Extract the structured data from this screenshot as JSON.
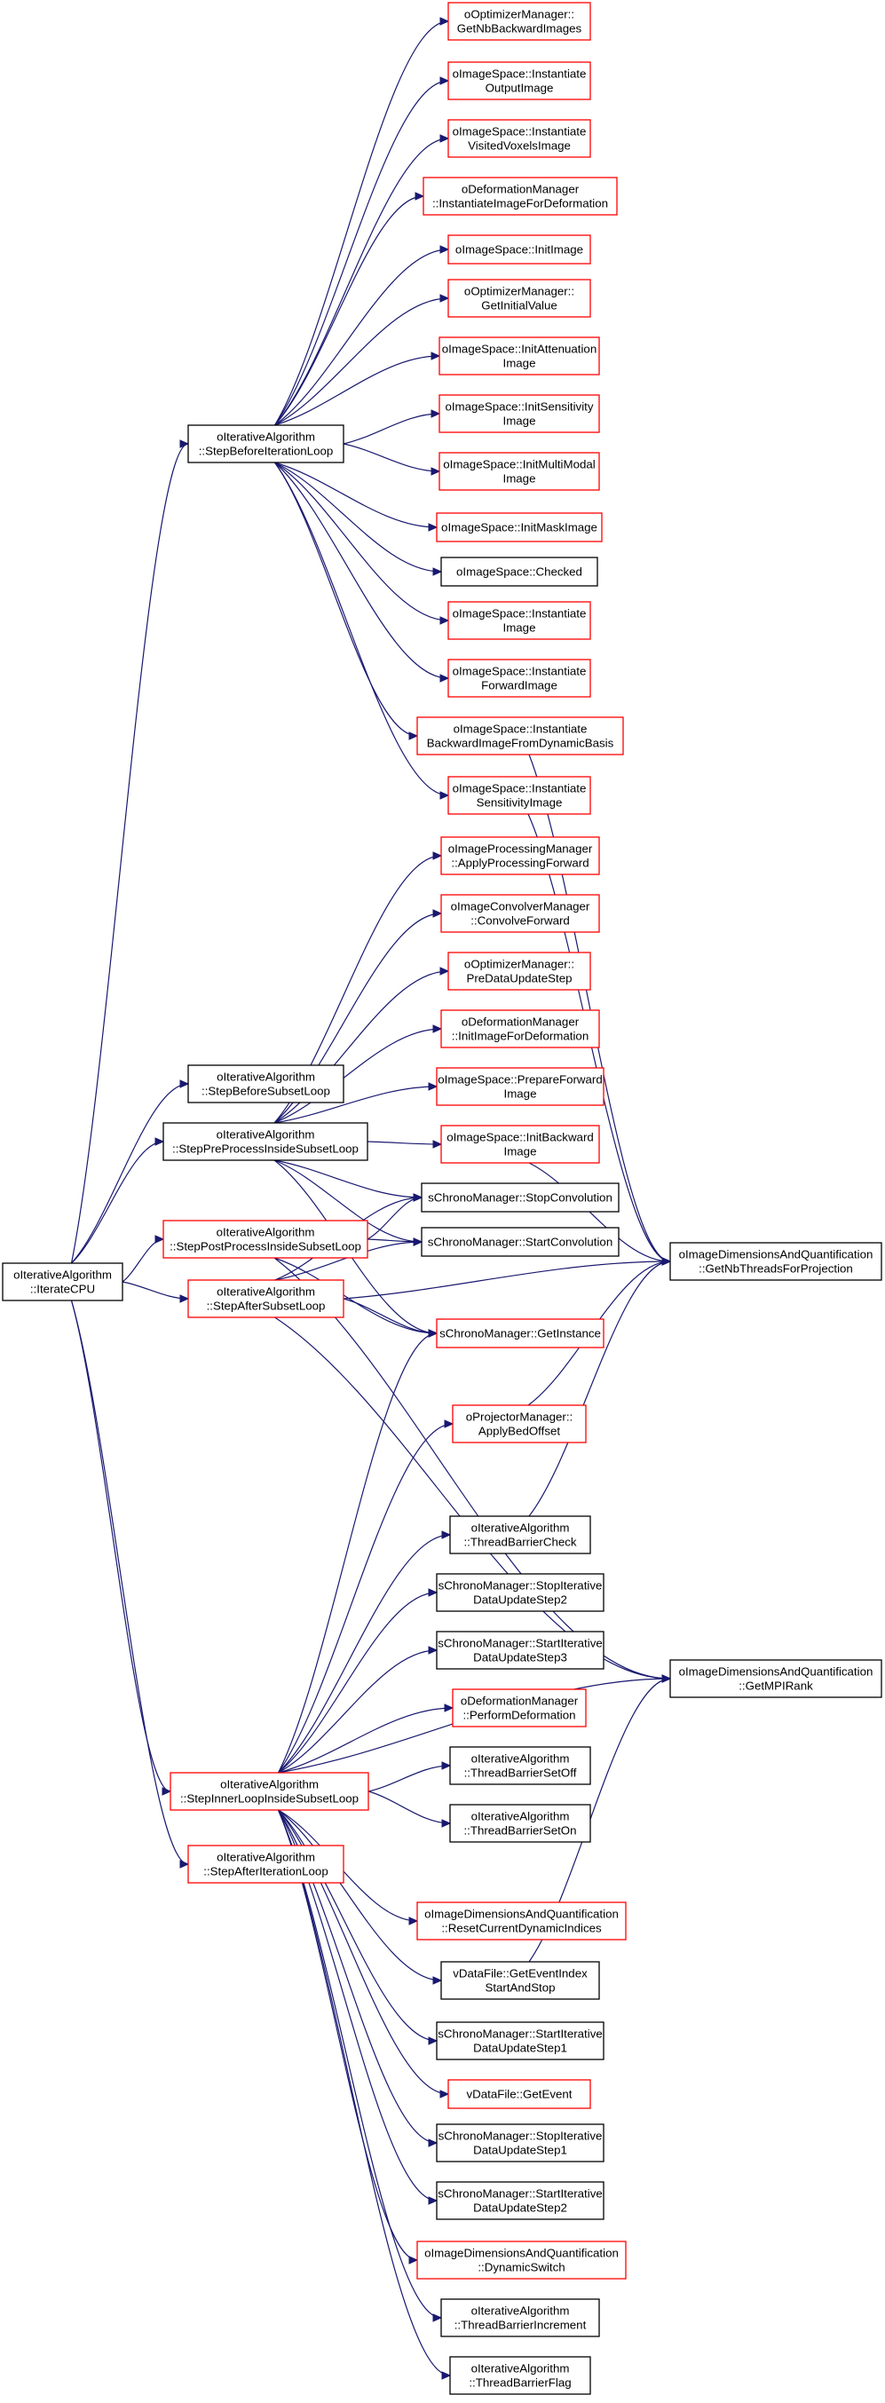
{
  "colors": {
    "edge": "#191970",
    "root_fill": "#bfbfbf",
    "border_documented": "#000000",
    "border_truncated": "#ff0000"
  },
  "nodes": [
    {
      "id": "iterate_cpu",
      "lines": [
        "oIterativeAlgorithm",
        "::IterateCPU"
      ],
      "style": "root"
    },
    {
      "id": "step_before_iteration_loop",
      "lines": [
        "oIterativeAlgorithm",
        "::StepBeforeIterationLoop"
      ],
      "style": "black"
    },
    {
      "id": "step_before_subset_loop",
      "lines": [
        "oIterativeAlgorithm",
        "::StepBeforeSubsetLoop"
      ],
      "style": "black"
    },
    {
      "id": "step_pre_process_inside_subset_loop",
      "lines": [
        "oIterativeAlgorithm",
        "::StepPreProcessInsideSubsetLoop"
      ],
      "style": "black"
    },
    {
      "id": "step_post_process_inside_subset_loop",
      "lines": [
        "oIterativeAlgorithm",
        "::StepPostProcessInsideSubsetLoop"
      ],
      "style": "red"
    },
    {
      "id": "step_after_subset_loop",
      "lines": [
        "oIterativeAlgorithm",
        "::StepAfterSubsetLoop"
      ],
      "style": "red"
    },
    {
      "id": "step_inner_loop_inside_subset_loop",
      "lines": [
        "oIterativeAlgorithm",
        "::StepInnerLoopInsideSubsetLoop"
      ],
      "style": "red"
    },
    {
      "id": "step_after_iteration_loop",
      "lines": [
        "oIterativeAlgorithm",
        "::StepAfterIterationLoop"
      ],
      "style": "red"
    },
    {
      "id": "get_nb_backward_images",
      "lines": [
        "oOptimizerManager::",
        "GetNbBackwardImages"
      ],
      "style": "red"
    },
    {
      "id": "instantiate_output_image",
      "lines": [
        "oImageSpace::Instantiate",
        "OutputImage"
      ],
      "style": "red"
    },
    {
      "id": "instantiate_visited_voxels_image",
      "lines": [
        "oImageSpace::Instantiate",
        "VisitedVoxelsImage"
      ],
      "style": "red"
    },
    {
      "id": "instantiate_image_for_deformation",
      "lines": [
        "oDeformationManager",
        "::InstantiateImageForDeformation"
      ],
      "style": "red"
    },
    {
      "id": "init_image",
      "lines": [
        "oImageSpace::InitImage"
      ],
      "style": "red"
    },
    {
      "id": "get_initial_value",
      "lines": [
        "oOptimizerManager::",
        "GetInitialValue"
      ],
      "style": "red"
    },
    {
      "id": "init_attenuation_image",
      "lines": [
        "oImageSpace::InitAttenuation",
        "Image"
      ],
      "style": "red"
    },
    {
      "id": "init_sensitivity_image",
      "lines": [
        "oImageSpace::InitSensitivity",
        "Image"
      ],
      "style": "red"
    },
    {
      "id": "init_multi_modal_image",
      "lines": [
        "oImageSpace::InitMultiModal",
        "Image"
      ],
      "style": "red"
    },
    {
      "id": "init_mask_image",
      "lines": [
        "oImageSpace::InitMaskImage"
      ],
      "style": "red"
    },
    {
      "id": "checked",
      "lines": [
        "oImageSpace::Checked"
      ],
      "style": "black"
    },
    {
      "id": "instantiate_image",
      "lines": [
        "oImageSpace::Instantiate",
        "Image"
      ],
      "style": "red"
    },
    {
      "id": "instantiate_forward_image",
      "lines": [
        "oImageSpace::Instantiate",
        "ForwardImage"
      ],
      "style": "red"
    },
    {
      "id": "instantiate_backward_image_from_dynamic_basis",
      "lines": [
        "oImageSpace::Instantiate",
        "BackwardImageFromDynamicBasis"
      ],
      "style": "red"
    },
    {
      "id": "instantiate_sensitivity_image",
      "lines": [
        "oImageSpace::Instantiate",
        "SensitivityImage"
      ],
      "style": "red"
    },
    {
      "id": "apply_processing_forward",
      "lines": [
        "oImageProcessingManager",
        "::ApplyProcessingForward"
      ],
      "style": "red"
    },
    {
      "id": "convolve_forward",
      "lines": [
        "oImageConvolverManager",
        "::ConvolveForward"
      ],
      "style": "red"
    },
    {
      "id": "pre_data_update_step",
      "lines": [
        "oOptimizerManager::",
        "PreDataUpdateStep"
      ],
      "style": "red"
    },
    {
      "id": "init_image_for_deformation",
      "lines": [
        "oDeformationManager",
        "::InitImageForDeformation"
      ],
      "style": "red"
    },
    {
      "id": "prepare_forward_image",
      "lines": [
        "oImageSpace::PrepareForward",
        "Image"
      ],
      "style": "red"
    },
    {
      "id": "init_backward_image",
      "lines": [
        "oImageSpace::InitBackward",
        "Image"
      ],
      "style": "red"
    },
    {
      "id": "stop_convolution",
      "lines": [
        "sChronoManager::StopConvolution"
      ],
      "style": "black"
    },
    {
      "id": "start_convolution",
      "lines": [
        "sChronoManager::StartConvolution"
      ],
      "style": "black"
    },
    {
      "id": "get_instance",
      "lines": [
        "sChronoManager::GetInstance"
      ],
      "style": "red"
    },
    {
      "id": "get_nb_threads_for_projection",
      "lines": [
        "oImageDimensionsAndQuantification",
        "::GetNbThreadsForProjection"
      ],
      "style": "black"
    },
    {
      "id": "apply_bed_offset",
      "lines": [
        "oProjectorManager::",
        "ApplyBedOffset"
      ],
      "style": "red"
    },
    {
      "id": "thread_barrier_check",
      "lines": [
        "oIterativeAlgorithm",
        "::ThreadBarrierCheck"
      ],
      "style": "black"
    },
    {
      "id": "stop_iterative_data_update_step2",
      "lines": [
        "sChronoManager::StopIterative",
        "DataUpdateStep2"
      ],
      "style": "black"
    },
    {
      "id": "start_iterative_data_update_step3",
      "lines": [
        "sChronoManager::StartIterative",
        "DataUpdateStep3"
      ],
      "style": "black"
    },
    {
      "id": "get_mpi_rank",
      "lines": [
        "oImageDimensionsAndQuantification",
        "::GetMPIRank"
      ],
      "style": "black"
    },
    {
      "id": "perform_deformation",
      "lines": [
        "oDeformationManager",
        "::PerformDeformation"
      ],
      "style": "red"
    },
    {
      "id": "thread_barrier_set_off",
      "lines": [
        "oIterativeAlgorithm",
        "::ThreadBarrierSetOff"
      ],
      "style": "black"
    },
    {
      "id": "thread_barrier_set_on",
      "lines": [
        "oIterativeAlgorithm",
        "::ThreadBarrierSetOn"
      ],
      "style": "black"
    },
    {
      "id": "reset_current_dynamic_indices",
      "lines": [
        "oImageDimensionsAndQuantification",
        "::ResetCurrentDynamicIndices"
      ],
      "style": "red"
    },
    {
      "id": "get_event_index_start_and_stop",
      "lines": [
        "vDataFile::GetEventIndex",
        "StartAndStop"
      ],
      "style": "black"
    },
    {
      "id": "start_iterative_data_update_step1",
      "lines": [
        "sChronoManager::StartIterative",
        "DataUpdateStep1"
      ],
      "style": "black"
    },
    {
      "id": "get_event",
      "lines": [
        "vDataFile::GetEvent"
      ],
      "style": "red"
    },
    {
      "id": "stop_iterative_data_update_step1",
      "lines": [
        "sChronoManager::StopIterative",
        "DataUpdateStep1"
      ],
      "style": "black"
    },
    {
      "id": "start_iterative_data_update_step2",
      "lines": [
        "sChronoManager::StartIterative",
        "DataUpdateStep2"
      ],
      "style": "black"
    },
    {
      "id": "dynamic_switch",
      "lines": [
        "oImageDimensionsAndQuantification",
        "::DynamicSwitch"
      ],
      "style": "red"
    },
    {
      "id": "thread_barrier_increment",
      "lines": [
        "oIterativeAlgorithm",
        "::ThreadBarrierIncrement"
      ],
      "style": "black"
    },
    {
      "id": "thread_barrier_flag",
      "lines": [
        "oIterativeAlgorithm",
        "::ThreadBarrierFlag"
      ],
      "style": "black"
    }
  ],
  "edges": [
    [
      "iterate_cpu",
      "step_before_iteration_loop"
    ],
    [
      "iterate_cpu",
      "step_before_subset_loop"
    ],
    [
      "iterate_cpu",
      "step_pre_process_inside_subset_loop"
    ],
    [
      "iterate_cpu",
      "step_post_process_inside_subset_loop"
    ],
    [
      "iterate_cpu",
      "step_after_subset_loop"
    ],
    [
      "iterate_cpu",
      "step_inner_loop_inside_subset_loop"
    ],
    [
      "iterate_cpu",
      "step_after_iteration_loop"
    ],
    [
      "step_before_iteration_loop",
      "get_nb_backward_images"
    ],
    [
      "step_before_iteration_loop",
      "instantiate_output_image"
    ],
    [
      "step_before_iteration_loop",
      "instantiate_visited_voxels_image"
    ],
    [
      "step_before_iteration_loop",
      "instantiate_image_for_deformation"
    ],
    [
      "step_before_iteration_loop",
      "init_image"
    ],
    [
      "step_before_iteration_loop",
      "get_initial_value"
    ],
    [
      "step_before_iteration_loop",
      "init_attenuation_image"
    ],
    [
      "step_before_iteration_loop",
      "init_sensitivity_image"
    ],
    [
      "step_before_iteration_loop",
      "init_multi_modal_image"
    ],
    [
      "step_before_iteration_loop",
      "init_mask_image"
    ],
    [
      "step_before_iteration_loop",
      "checked"
    ],
    [
      "step_before_iteration_loop",
      "instantiate_image"
    ],
    [
      "step_before_iteration_loop",
      "instantiate_forward_image"
    ],
    [
      "step_before_iteration_loop",
      "instantiate_backward_image_from_dynamic_basis"
    ],
    [
      "step_before_iteration_loop",
      "instantiate_sensitivity_image"
    ],
    [
      "instantiate_backward_image_from_dynamic_basis",
      "get_nb_threads_for_projection"
    ],
    [
      "instantiate_sensitivity_image",
      "get_nb_threads_for_projection"
    ],
    [
      "step_pre_process_inside_subset_loop",
      "apply_processing_forward"
    ],
    [
      "step_pre_process_inside_subset_loop",
      "convolve_forward"
    ],
    [
      "step_pre_process_inside_subset_loop",
      "pre_data_update_step"
    ],
    [
      "step_pre_process_inside_subset_loop",
      "init_image_for_deformation"
    ],
    [
      "step_pre_process_inside_subset_loop",
      "prepare_forward_image"
    ],
    [
      "step_pre_process_inside_subset_loop",
      "init_backward_image"
    ],
    [
      "step_pre_process_inside_subset_loop",
      "stop_convolution"
    ],
    [
      "step_pre_process_inside_subset_loop",
      "start_convolution"
    ],
    [
      "step_pre_process_inside_subset_loop",
      "get_instance"
    ],
    [
      "init_backward_image",
      "get_nb_threads_for_projection"
    ],
    [
      "step_post_process_inside_subset_loop",
      "stop_convolution"
    ],
    [
      "step_post_process_inside_subset_loop",
      "start_convolution"
    ],
    [
      "step_post_process_inside_subset_loop",
      "get_instance"
    ],
    [
      "step_post_process_inside_subset_loop",
      "get_mpi_rank"
    ],
    [
      "step_after_subset_loop",
      "stop_convolution"
    ],
    [
      "step_after_subset_loop",
      "start_convolution"
    ],
    [
      "step_after_subset_loop",
      "get_instance"
    ],
    [
      "step_after_subset_loop",
      "get_nb_threads_for_projection"
    ],
    [
      "step_after_subset_loop",
      "get_mpi_rank"
    ],
    [
      "step_inner_loop_inside_subset_loop",
      "get_instance"
    ],
    [
      "step_inner_loop_inside_subset_loop",
      "apply_bed_offset"
    ],
    [
      "step_inner_loop_inside_subset_loop",
      "thread_barrier_check"
    ],
    [
      "step_inner_loop_inside_subset_loop",
      "stop_iterative_data_update_step2"
    ],
    [
      "step_inner_loop_inside_subset_loop",
      "start_iterative_data_update_step3"
    ],
    [
      "step_inner_loop_inside_subset_loop",
      "perform_deformation"
    ],
    [
      "step_inner_loop_inside_subset_loop",
      "thread_barrier_set_off"
    ],
    [
      "step_inner_loop_inside_subset_loop",
      "thread_barrier_set_on"
    ],
    [
      "step_inner_loop_inside_subset_loop",
      "get_mpi_rank"
    ],
    [
      "step_inner_loop_inside_subset_loop",
      "reset_current_dynamic_indices"
    ],
    [
      "step_inner_loop_inside_subset_loop",
      "get_event_index_start_and_stop"
    ],
    [
      "step_inner_loop_inside_subset_loop",
      "start_iterative_data_update_step1"
    ],
    [
      "step_inner_loop_inside_subset_loop",
      "get_event"
    ],
    [
      "step_inner_loop_inside_subset_loop",
      "stop_iterative_data_update_step1"
    ],
    [
      "step_inner_loop_inside_subset_loop",
      "start_iterative_data_update_step2"
    ],
    [
      "step_inner_loop_inside_subset_loop",
      "dynamic_switch"
    ],
    [
      "step_inner_loop_inside_subset_loop",
      "thread_barrier_increment"
    ],
    [
      "step_inner_loop_inside_subset_loop",
      "thread_barrier_flag"
    ],
    [
      "apply_bed_offset",
      "get_nb_threads_for_projection"
    ],
    [
      "thread_barrier_check",
      "get_nb_threads_for_projection"
    ],
    [
      "get_event_index_start_and_stop",
      "get_mpi_rank"
    ]
  ]
}
